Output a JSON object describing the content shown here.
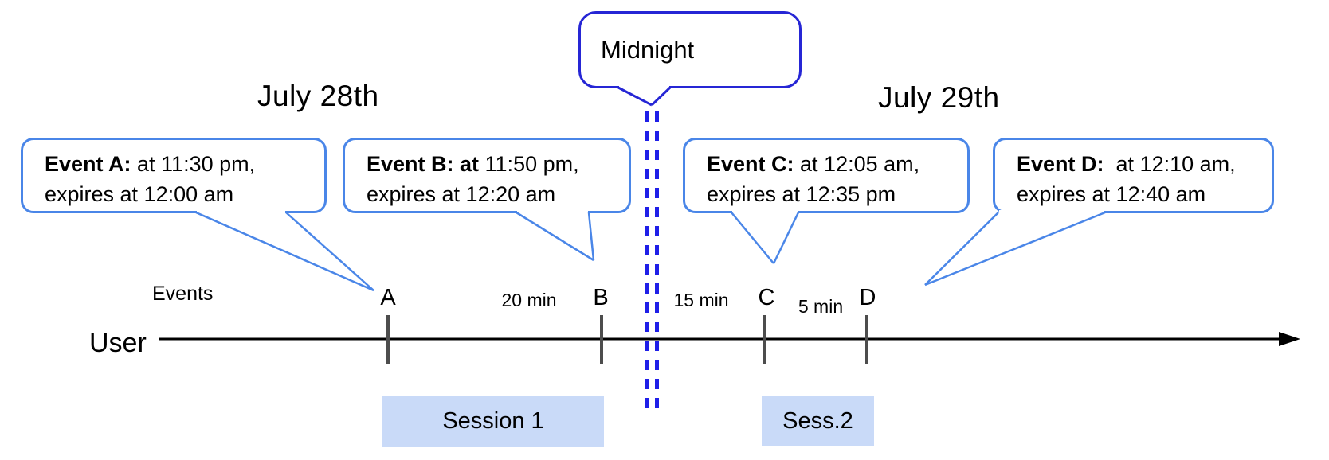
{
  "diagram": {
    "date_left": "July 28th",
    "date_right": "July 29th",
    "midnight_label": "Midnight",
    "events_axis_label": "Events",
    "user_label": "User"
  },
  "event_callouts": [
    {
      "bold": "Event A:",
      "line1": " at 11:30 pm,",
      "line2": "expires at 12:00 am"
    },
    {
      "bold": "Event B: at",
      "line1": " 11:50 pm,",
      "line2": "expires at 12:20 am"
    },
    {
      "bold": "Event C:",
      "line1": " at 12:05 am,",
      "line2": "expires at 12:35 pm"
    },
    {
      "bold": "Event D:",
      "line1": "  at 12:10 am,",
      "line2": "expires at 12:40 am"
    }
  ],
  "ticks": [
    "A",
    "B",
    "C",
    "D"
  ],
  "intervals": [
    "20 min",
    "15 min",
    "5 min"
  ],
  "sessions": [
    "Session 1",
    "Sess.2"
  ],
  "colors": {
    "callout_border": "#4a86e8",
    "midnight_border": "#2626d5",
    "dashed_midnight_line": "#1f1fe8",
    "session_fill": "#c9daf8",
    "tick_color": "#4d4d4d",
    "axis_color": "#000000"
  }
}
